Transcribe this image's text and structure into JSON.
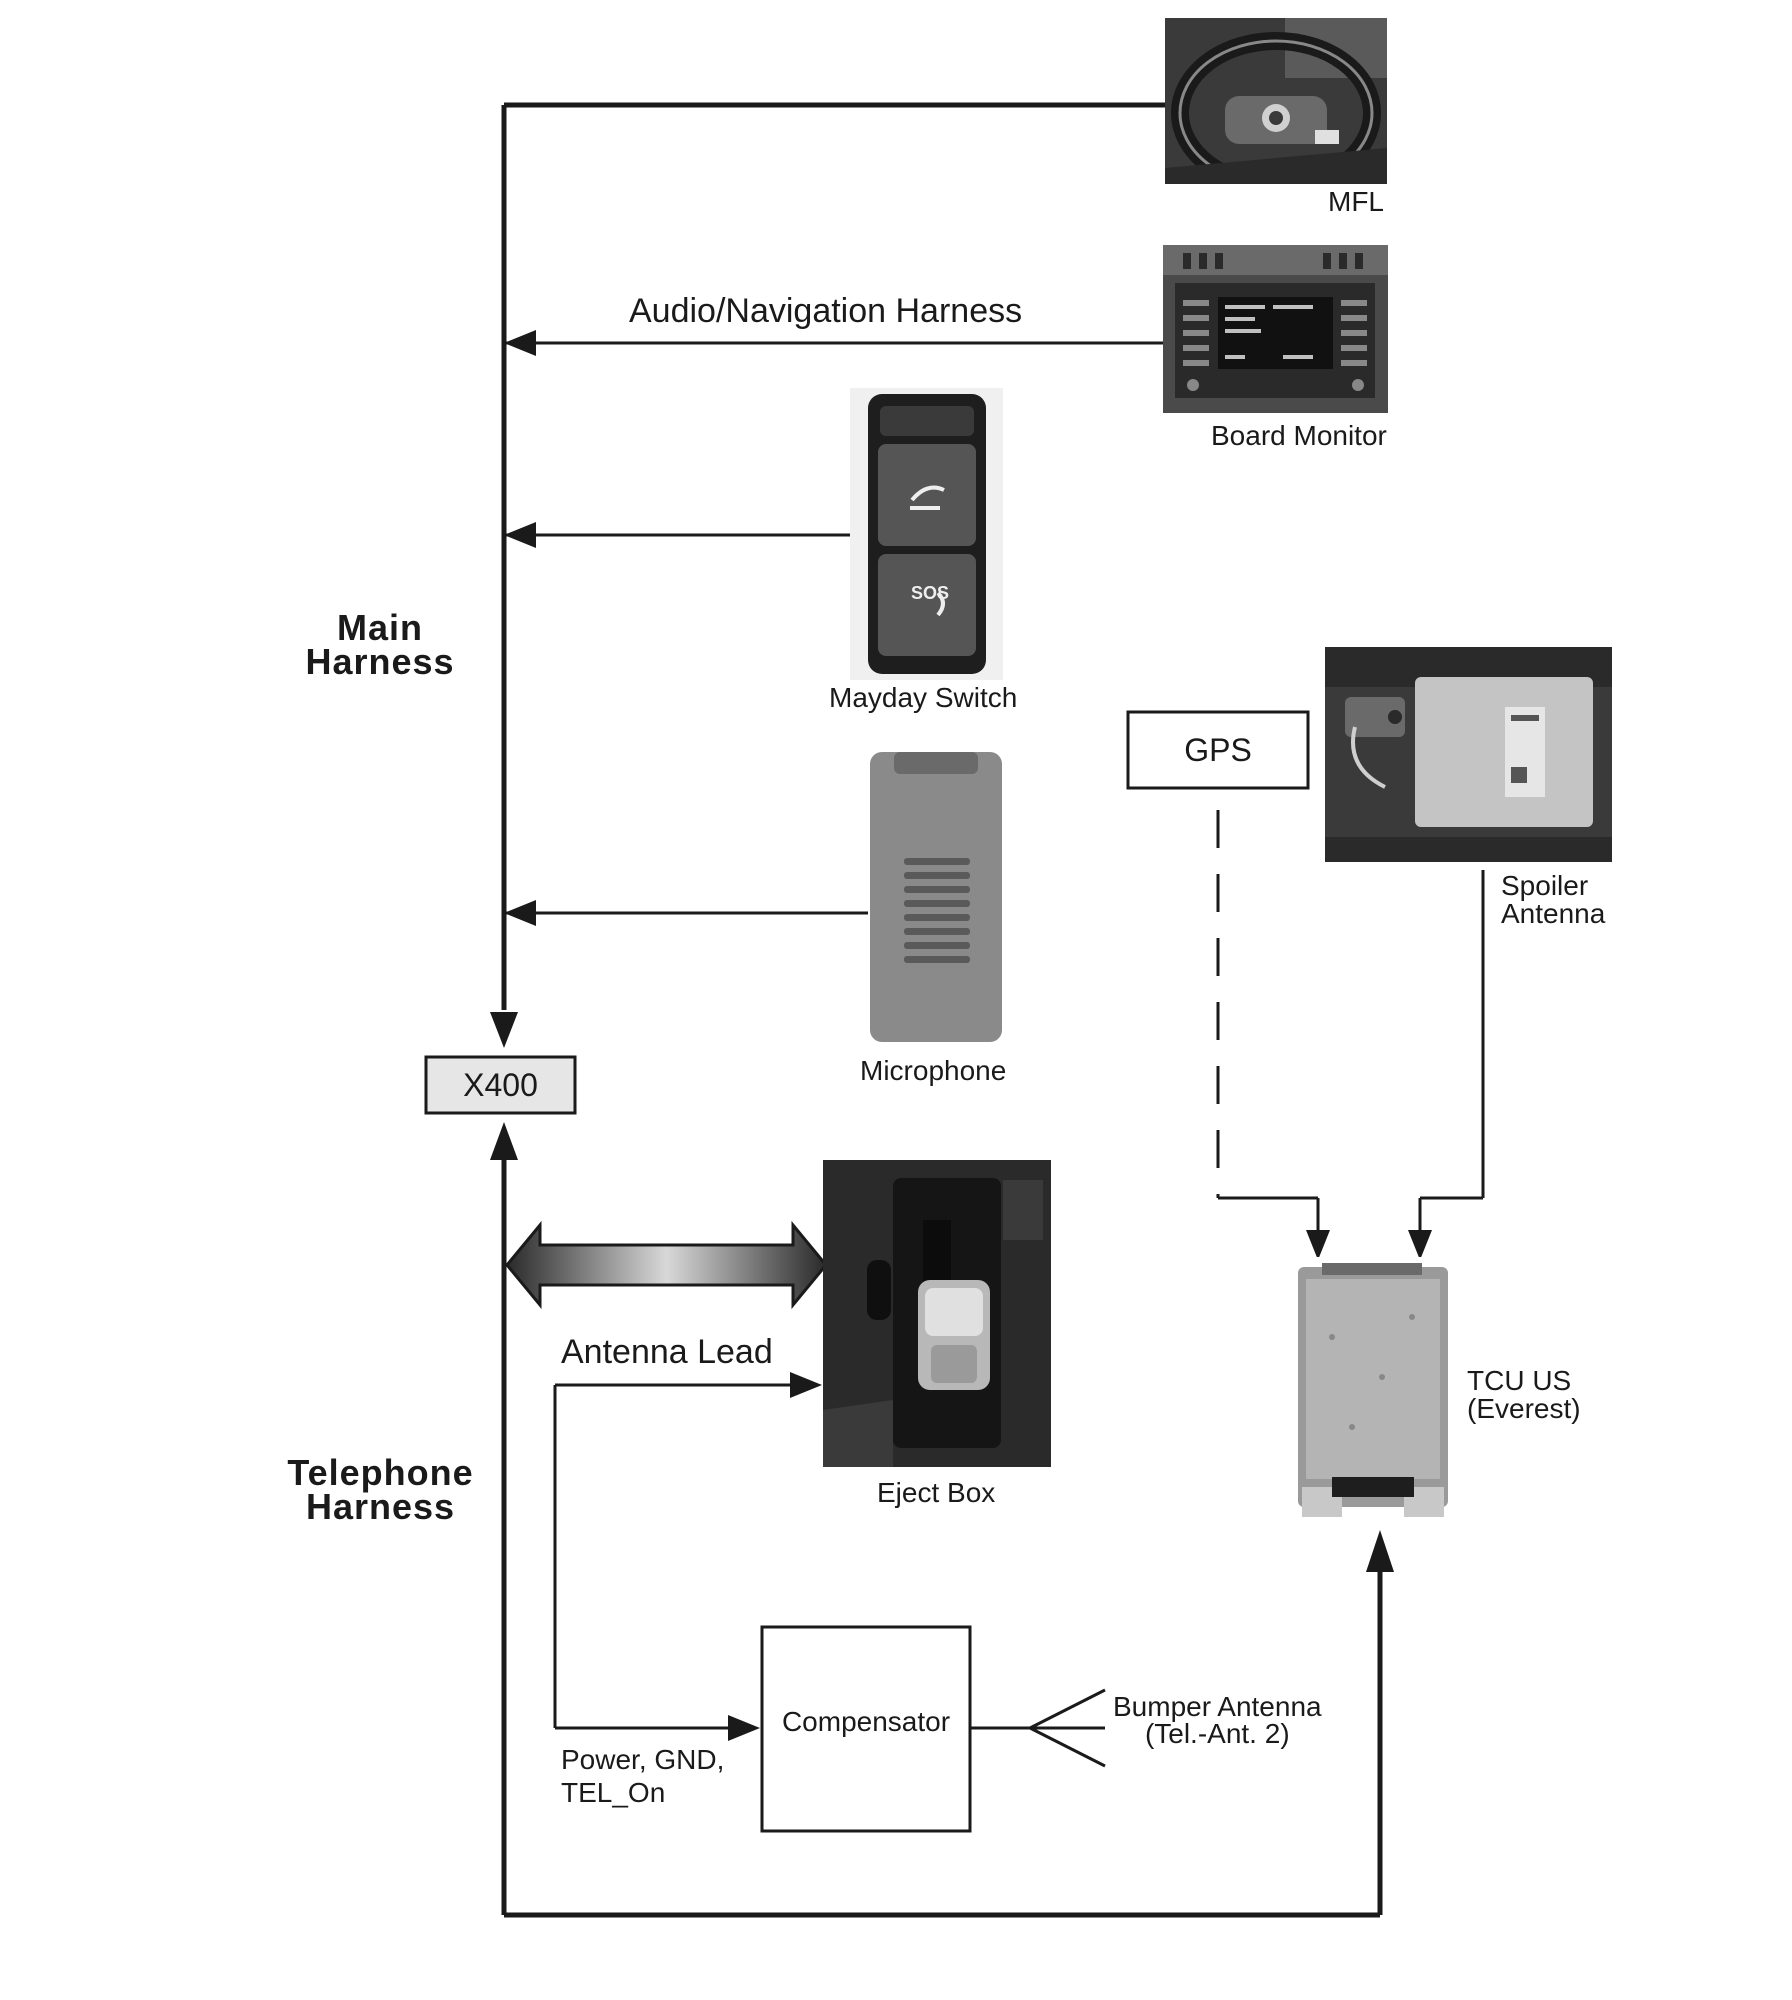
{
  "labels": {
    "main_harness": "Main\nHarness",
    "telephone_harness": "Telephone\nHarness",
    "audio_nav_harness": "Audio/Navigation Harness",
    "antenna_lead": "Antenna Lead",
    "power_gnd_tel": "Power, GND,\nTEL_On"
  },
  "components": {
    "mfl": "MFL",
    "board_monitor": "Board Monitor",
    "mayday_switch": "Mayday Switch",
    "microphone": "Microphone",
    "x400": "X400",
    "eject_box": "Eject Box",
    "gps": "GPS",
    "spoiler_antenna": "Spoiler\nAntenna",
    "tcu_us": "TCU US\n(Everest)",
    "compensator": "Compensator",
    "bumper_antenna": "Bumper Antenna\n(Tel.-Ant. 2)"
  },
  "mayday_switch_sos": "SOS",
  "colors": {
    "line": "#1a1a1a",
    "photo_dark": "#2a2a2a",
    "photo_mid": "#8a8a8a",
    "photo_light": "#c8c8c8"
  }
}
